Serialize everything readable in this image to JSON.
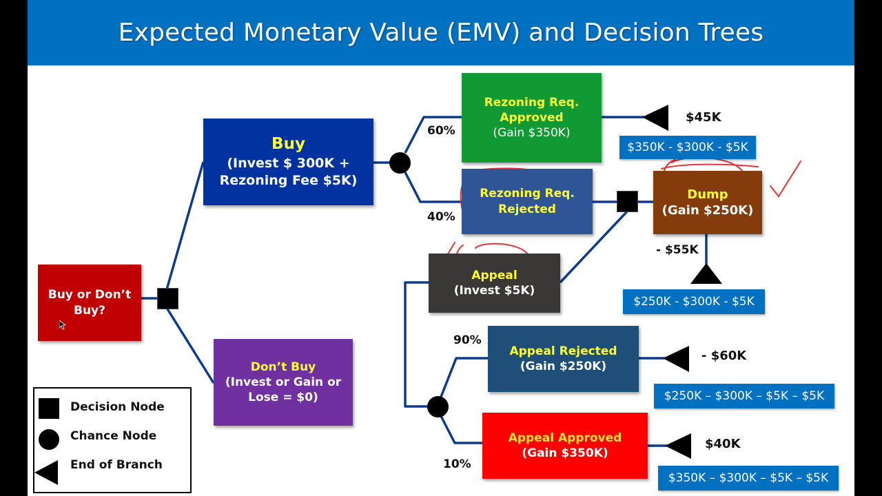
{
  "slide": {
    "title": "Expected Monetary Value (EMV) and Decision Trees"
  },
  "colors": {
    "title_bar": "#0070c0",
    "line": "#0d3a8c",
    "node_root": "#c00000",
    "node_buy": "#0033a0",
    "node_dont_buy": "#7030a0",
    "node_rezoning_approved": "#119933",
    "node_rezoning_rejected": "#2f5597",
    "node_dump": "#843c0c",
    "node_appeal": "#3a3836",
    "node_appeal_rejected": "#1f4e79",
    "node_appeal_approved": "#ff0000",
    "calc_box": "#0070c0",
    "heading_text": "#ffff33",
    "annotation_ink": "#e02020"
  },
  "nodes": {
    "root": {
      "line1": "Buy or Don’t",
      "line2": "Buy?"
    },
    "buy": {
      "heading": "Buy",
      "line1": "(Invest $ 300K +",
      "line2": "Rezoning Fee $5K)"
    },
    "dont_buy": {
      "heading": "Don’t Buy",
      "line1": "(Invest or Gain or",
      "line2": "Lose  = $0)"
    },
    "rezoning_approved": {
      "heading1": "Rezoning Req.",
      "heading2": "Approved",
      "line1": "(Gain $350K)"
    },
    "rezoning_rejected": {
      "heading1": "Rezoning Req.",
      "heading2": "Rejected"
    },
    "dump": {
      "heading": "Dump",
      "line1": "(Gain $250K)"
    },
    "appeal": {
      "heading": "Appeal",
      "line1": "(Invest $5K)"
    },
    "appeal_rejected": {
      "heading": "Appeal Rejected",
      "line1": "(Gain $250K)"
    },
    "appeal_approved": {
      "heading": "Appeal Approved",
      "line1": "(Gain $350K)"
    }
  },
  "probabilities": {
    "rezoning_approved": "60%",
    "rezoning_rejected": "40%",
    "appeal_rejected": "90%",
    "appeal_approved": "10%"
  },
  "outcomes": [
    {
      "id": "rezoning_approved",
      "value": "$45K",
      "calc": "$350K - $300K - $5K"
    },
    {
      "id": "dump",
      "value": "- $55K",
      "calc": "$250K - $300K - $5K"
    },
    {
      "id": "appeal_rejected",
      "value": "- $60K",
      "calc": "$250K – $300K – $5K – $5K"
    },
    {
      "id": "appeal_approved",
      "value": "$40K",
      "calc": "$350K – $300K – $5K – $5K"
    }
  ],
  "legend": {
    "items": [
      {
        "symbol": "square",
        "label": "Decision Node"
      },
      {
        "symbol": "circle",
        "label": "Chance Node"
      },
      {
        "symbol": "triangle",
        "label": "End of Branch"
      }
    ]
  }
}
